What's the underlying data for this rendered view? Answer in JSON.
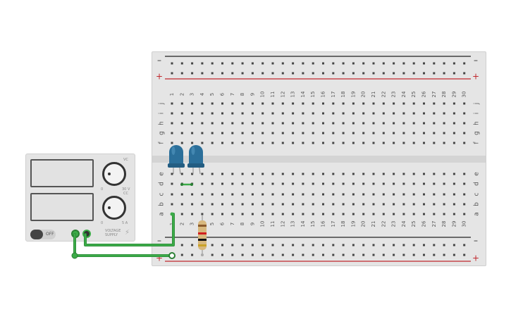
{
  "supply": {
    "voltage_readout": "",
    "current_readout": "",
    "vc_label": "VC",
    "cc_label": "CC",
    "voltage_knob_min": "0",
    "voltage_knob_max": "30 V",
    "current_knob_min": "0",
    "current_knob_max": "5 A",
    "power_label": "OFF",
    "brand_label": "VOLTAGE SUPPLY"
  },
  "breadboard": {
    "rail_minus": "–",
    "rail_plus": "+",
    "columns": [
      "1",
      "2",
      "3",
      "4",
      "5",
      "6",
      "7",
      "8",
      "9",
      "10",
      "11",
      "12",
      "13",
      "14",
      "15",
      "16",
      "17",
      "18",
      "19",
      "20",
      "21",
      "22",
      "23",
      "24",
      "25",
      "26",
      "27",
      "28",
      "29",
      "30"
    ],
    "rows_top": [
      "j",
      "i",
      "h",
      "g",
      "f"
    ],
    "rows_bottom": [
      "e",
      "d",
      "c",
      "b",
      "a"
    ]
  },
  "components": {
    "leds": [
      "led-1",
      "led-2"
    ],
    "resistor": "resistor"
  },
  "colors": {
    "wire": "#3cab48",
    "led": "#2b6f9a",
    "rail_minus": "#222222",
    "rail_plus": "#c0272d",
    "resistor_body": "#d8b87e"
  }
}
